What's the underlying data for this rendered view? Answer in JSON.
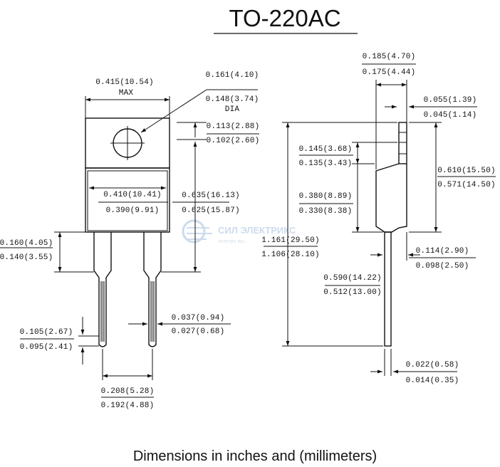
{
  "title": "TO-220AC",
  "caption": "Dimensions in inches and (millimeters)",
  "watermark": {
    "name": "СИЛ ЭЛЕКТРИКС",
    "tagline": "электро вы…",
    "color": "#c8d8ec"
  },
  "front_view": {
    "width_max": {
      "line1": "0.415(10.54)",
      "line2": "MAX"
    },
    "hole_dia": {
      "line1": "0.161(4.10)",
      "line2": "0.148(3.74)",
      "line3": "DIA"
    },
    "tab_to_hole": {
      "line1": "0.113(2.88)",
      "line2": "0.102(2.60)"
    },
    "body_width": {
      "line1": "0.410(10.41)",
      "line2": "0.390(9.91)"
    },
    "height_to_leads": {
      "line1": "0.635(16.13)",
      "line2": "0.625(15.87)"
    },
    "lead_shoulder": {
      "line1": "0.160(4.05)",
      "line2": "0.140(3.55)"
    },
    "lead_width": {
      "line1": "0.037(0.94)",
      "line2": "0.027(0.68)"
    },
    "lead_shoulder_width": {
      "line1": "0.105(2.67)",
      "line2": "0.095(2.41)"
    },
    "lead_pitch": {
      "line1": "0.208(5.28)",
      "line2": "0.192(4.88)"
    }
  },
  "side_view": {
    "thickness": {
      "line1": "0.185(4.70)",
      "line2": "0.175(4.44)"
    },
    "tab_thickness": {
      "line1": "0.055(1.39)",
      "line2": "0.045(1.14)"
    },
    "tab_step": {
      "line1": "0.145(3.68)",
      "line2": "0.135(3.43)"
    },
    "body_length": {
      "line1": "0.380(8.89)",
      "line2": "0.330(8.38)"
    },
    "package_height": {
      "line1": "0.610(15.50)",
      "line2": "0.571(14.50)"
    },
    "overall_length": {
      "line1": "1.161(29.50)",
      "line2": "1.106(28.10)"
    },
    "lead_offset": {
      "line1": "0.114(2.90)",
      "line2": "0.098(2.50)"
    },
    "lead_length": {
      "line1": "0.590(14.22)",
      "line2": "0.512(13.00)"
    },
    "lead_thickness": {
      "line1": "0.022(0.58)",
      "line2": "0.014(0.35)"
    }
  }
}
